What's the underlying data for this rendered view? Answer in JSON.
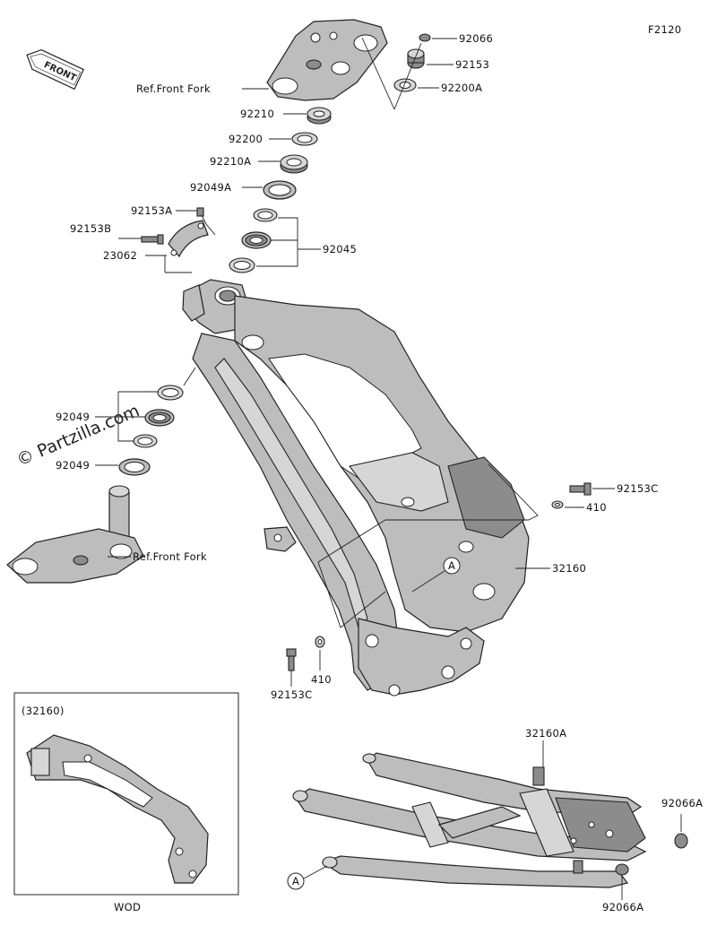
{
  "diagram_id": "F2120",
  "watermark": "© Partzilla.com",
  "front_arrow": "FRONT",
  "labels": {
    "p92066": "92066",
    "p92153": "92153",
    "p92200A": "92200A",
    "ref_front_fork_top": "Ref.Front Fork",
    "p92210": "92210",
    "p92200": "92200",
    "p92210A": "92210A",
    "p92049A": "92049A",
    "p92153A": "92153A",
    "p92153B": "92153B",
    "p23062": "23062",
    "p92045": "92045",
    "p92049_top": "92049",
    "p92049_bottom": "92049",
    "ref_front_fork_bottom": "Ref.Front Fork",
    "p92153C_right": "92153C",
    "p410_right": "410",
    "p32160": "32160",
    "callout_a_frame": "A",
    "p410_bottom": "410",
    "p92153C_bottom": "92153C",
    "inset_title": "(32160)",
    "inset_caption": "WOD",
    "p32160A": "32160A",
    "p92066A_top": "92066A",
    "callout_a_subframe": "A",
    "p92066A_bottom": "92066A"
  },
  "colors": {
    "line": "#222222",
    "part_fill": "#bdbdbd",
    "part_light": "#d6d6d6",
    "part_dark": "#8c8c8c",
    "background": "#ffffff"
  }
}
